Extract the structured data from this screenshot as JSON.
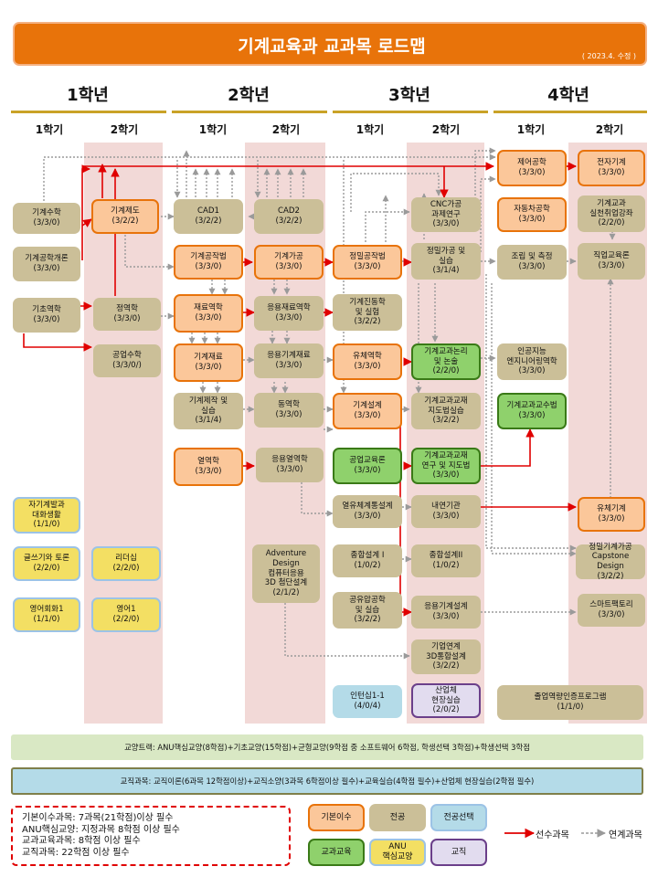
{
  "header": {
    "title": "기계교육과 교과목 로드맵",
    "date": "( 2023.4. 수정 )"
  },
  "years": [
    "1학년",
    "2학년",
    "3학년",
    "4학년"
  ],
  "semesters": [
    "1학기",
    "2학기",
    "1학기",
    "2학기",
    "1학기",
    "2학기",
    "1학기",
    "2학기"
  ],
  "courses": [
    {
      "name": "기계수학",
      "credit": "(3/3/0)"
    },
    {
      "name": "기계공학개론",
      "credit": "(3/3/0)"
    },
    {
      "name": "기초역학",
      "credit": "(3/3/0)"
    },
    {
      "name": "기계제도",
      "credit": "(3/2/2)"
    },
    {
      "name": "정역학",
      "credit": "(3/3/0)"
    },
    {
      "name": "공업수학",
      "credit": "(3/3/0/)"
    },
    {
      "name": "CAD1",
      "credit": "(3/2/2)"
    },
    {
      "name": "기계공작법",
      "credit": "(3/3/0)"
    },
    {
      "name": "재료역학",
      "credit": "(3/3/0)"
    },
    {
      "name": "기계재료",
      "credit": "(3/3/0)"
    },
    {
      "name": "기계제작 및\n실습",
      "credit": "(3/1/4)"
    },
    {
      "name": "열역학",
      "credit": "(3/3/0)"
    },
    {
      "name": "CAD2",
      "credit": "(3/2/2)"
    },
    {
      "name": "기계가공",
      "credit": "(3/3/0)"
    },
    {
      "name": "응용재료역학",
      "credit": "(3/3/0)"
    },
    {
      "name": "응용기계재료",
      "credit": "(3/3/0)"
    },
    {
      "name": "동역학",
      "credit": "(3/3/0)"
    },
    {
      "name": "응용열역학",
      "credit": "(3/3/0)"
    },
    {
      "name": "Adventure\nDesign\n컴퓨터응용\n3D 첨단설계",
      "credit": "(2/1/2)"
    },
    {
      "name": "정밀공작법",
      "credit": "(3/3/0)"
    },
    {
      "name": "기계진동학\n및 실험",
      "credit": "(3/2/2)"
    },
    {
      "name": "유체역학",
      "credit": "(3/3/0)"
    },
    {
      "name": "기계설계",
      "credit": "(3/3/0)"
    },
    {
      "name": "공업교육론",
      "credit": "(3/3/0)"
    },
    {
      "name": "열유체계통설계",
      "credit": "(3/3/0)"
    },
    {
      "name": "종합설계 I",
      "credit": "(1/0/2)"
    },
    {
      "name": "공유압공학\n및 실습",
      "credit": "(3/2/2)"
    },
    {
      "name": "인턴십1-1",
      "credit": "(4/0/4)"
    },
    {
      "name": "CNC가공\n과제연구",
      "credit": "(3/3/0)"
    },
    {
      "name": "정밀가공 및\n실습",
      "credit": "(3/1/4)"
    },
    {
      "name": "기계교과논리\n및 논술",
      "credit": "(2/2/0)"
    },
    {
      "name": "기계교과교재\n지도법실습",
      "credit": "(3/2/2)"
    },
    {
      "name": "기계교과교재\n연구 및 지도법",
      "credit": "(3/3/0)"
    },
    {
      "name": "내연기관",
      "credit": "(3/3/0)"
    },
    {
      "name": "종합설계II",
      "credit": "(1/0/2)"
    },
    {
      "name": "응용기계설계",
      "credit": "(3/3/0)"
    },
    {
      "name": "기업연계\n3D통합설계",
      "credit": "(3/2/2)"
    },
    {
      "name": "산업체\n현장실습",
      "credit": "(2/0/2)"
    },
    {
      "name": "제어공학",
      "credit": "(3/3/0)"
    },
    {
      "name": "자동차공학",
      "credit": "(3/3/0)"
    },
    {
      "name": "조립 및 측정",
      "credit": "(3/3/0)"
    },
    {
      "name": "인공지능\n엔지니어링역학",
      "credit": "(3/3/0)"
    },
    {
      "name": "기계교과교수법",
      "credit": "(3/3/0)"
    },
    {
      "name": "전자기계",
      "credit": "(3/3/0)"
    },
    {
      "name": "기계교과\n실천취업강좌",
      "credit": "(2/2/0)"
    },
    {
      "name": "직업교육론",
      "credit": "(3/3/0)"
    },
    {
      "name": "유체기계",
      "credit": "(3/3/0)"
    },
    {
      "name": "정밀기계가공\nCapstone Design",
      "credit": "(3/2/2)"
    },
    {
      "name": "스마트팩토리",
      "credit": "(3/3/0)"
    },
    {
      "name": "졸업역량인증프로그램",
      "credit": "(1/1/0)"
    },
    {
      "name": "자기계발과\n대화생활",
      "credit": "(1/1/0)"
    },
    {
      "name": "글쓰기와 토론",
      "credit": "(2/2/0)"
    },
    {
      "name": "영어회화1",
      "credit": "(1/1/0)"
    },
    {
      "name": "리더십",
      "credit": "(2/2/0)"
    },
    {
      "name": "영어1",
      "credit": "(2/2/0)"
    }
  ],
  "bars": {
    "general": "교양트랙: ANU핵심교양(8학점)+기초교양(15학점)+균형교양(9학점   중 소프트웨어 6학점, 학생선택 3학점)+학생선택  3학점",
    "teaching": "교직과목: 교직이론(6과목 12학점이상)+교직소양(3과목  6학점이상 필수)+교육실습(4학점 필수)+산업체 현장실습(2학점 필수)"
  },
  "notes": [
    "기본이수과목: 7과목(21학점)이상 필수",
    "ANU핵심교양: 지정과목 8학점 이상 필수",
    "교과교육과목: 8학점 이상 필수",
    "교직과목: 22학점 이상 필수"
  ],
  "legend": {
    "basic": "기본이수",
    "major": "전공",
    "major_elective": "전공선택",
    "subject_edu": "교과교육",
    "anu_core": "ANU\n핵심교양",
    "teaching": "교직",
    "prereq": "선수과목",
    "linked": "연계과목"
  },
  "colors": {
    "banner": "#e8730a",
    "prereq_arrow": "#e00000",
    "linked_arrow": "#9a9a9a"
  }
}
